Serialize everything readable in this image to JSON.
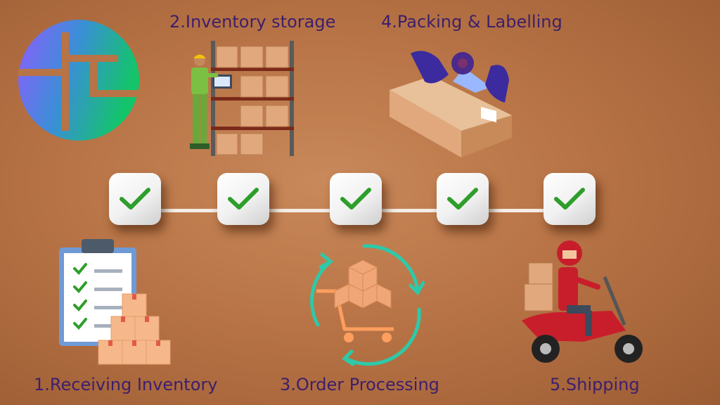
{
  "steps": [
    {
      "label": "1.Receiving Inventory"
    },
    {
      "label": "2.Inventory storage"
    },
    {
      "label": "3.Order Processing"
    },
    {
      "label": "4.Packing & Labelling"
    },
    {
      "label": "5.Shipping"
    }
  ],
  "colors": {
    "background": "#b87446",
    "label_text": "#3d1f6b",
    "check": "#2e9e2b",
    "cube": "#ffffff",
    "cycle_arrow": "#2ec9a9",
    "box": "#e0a87c",
    "logo_gradient": [
      "#8e5cff",
      "#13c46b"
    ]
  },
  "icons": [
    "logo-icon",
    "warehouse-worker-icon",
    "packing-box-icon",
    "clipboard-checklist-icon",
    "order-cycle-icon",
    "delivery-scooter-icon",
    "checkmark-icon"
  ]
}
